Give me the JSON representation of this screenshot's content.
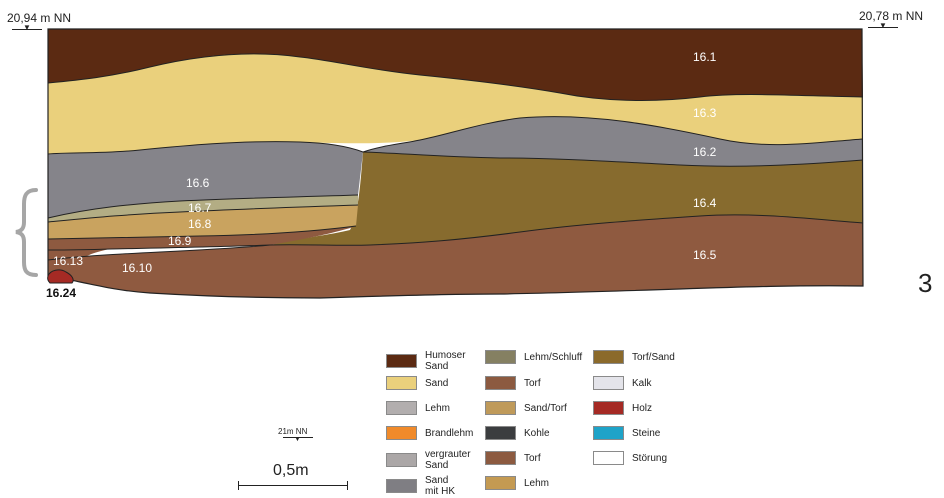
{
  "elevations": {
    "left": "20,94 m NN",
    "right": "20,78 m NN"
  },
  "figure_number": "3",
  "corner_label": "16.24",
  "layers": [
    {
      "id": "16.1",
      "color": "#5b2a12"
    },
    {
      "id": "16.3",
      "color": "#ead07c"
    },
    {
      "id": "16.2",
      "color": "#85848a"
    },
    {
      "id": "16.6",
      "color": "#85848a"
    },
    {
      "id": "16.4",
      "color": "#876b2e"
    },
    {
      "id": "16.7",
      "color": "#b3ad84"
    },
    {
      "id": "16.8",
      "color": "#c9a35f"
    },
    {
      "id": "16.9",
      "color": "#8e5a40"
    },
    {
      "id": "16.5",
      "color": "#8f5a40"
    },
    {
      "id": "16.10",
      "color": "#8f5a40"
    },
    {
      "id": "16.13",
      "color": "#8f5a40"
    }
  ],
  "legend": [
    {
      "label": "Humoser\nSand",
      "color": "#5b2a12"
    },
    {
      "label": "Sand",
      "color": "#ead07c"
    },
    {
      "label": "Lehm",
      "color": "#b2aeae"
    },
    {
      "label": "Brandlehm",
      "color": "#f08a2a"
    },
    {
      "label": "vergrauter\nSand",
      "color": "#aba7a7"
    },
    {
      "label": "Sand\nmit HK",
      "color": "#7f7e83"
    },
    {
      "label": "Lehm/Schluff",
      "color": "#858062"
    },
    {
      "label": "Torf",
      "color": "#8c5a40"
    },
    {
      "label": "Sand/Torf",
      "color": "#bf9a5a"
    },
    {
      "label": "Kohle",
      "color": "#3b3d3f"
    },
    {
      "label": "Torf",
      "color": "#8c5a40"
    },
    {
      "label": "Lehm",
      "color": "#c49a52"
    },
    {
      "label": "Torf/Sand",
      "color": "#8b6a2b"
    },
    {
      "label": "Kalk",
      "color": "#e4e4ea"
    },
    {
      "label": "Holz",
      "color": "#a52a24"
    },
    {
      "label": "Steine",
      "color": "#1ea3c8"
    },
    {
      "label": "Störung",
      "color": "#ffffff"
    }
  ],
  "reference_mark": "21m NN",
  "scale": "0,5m"
}
